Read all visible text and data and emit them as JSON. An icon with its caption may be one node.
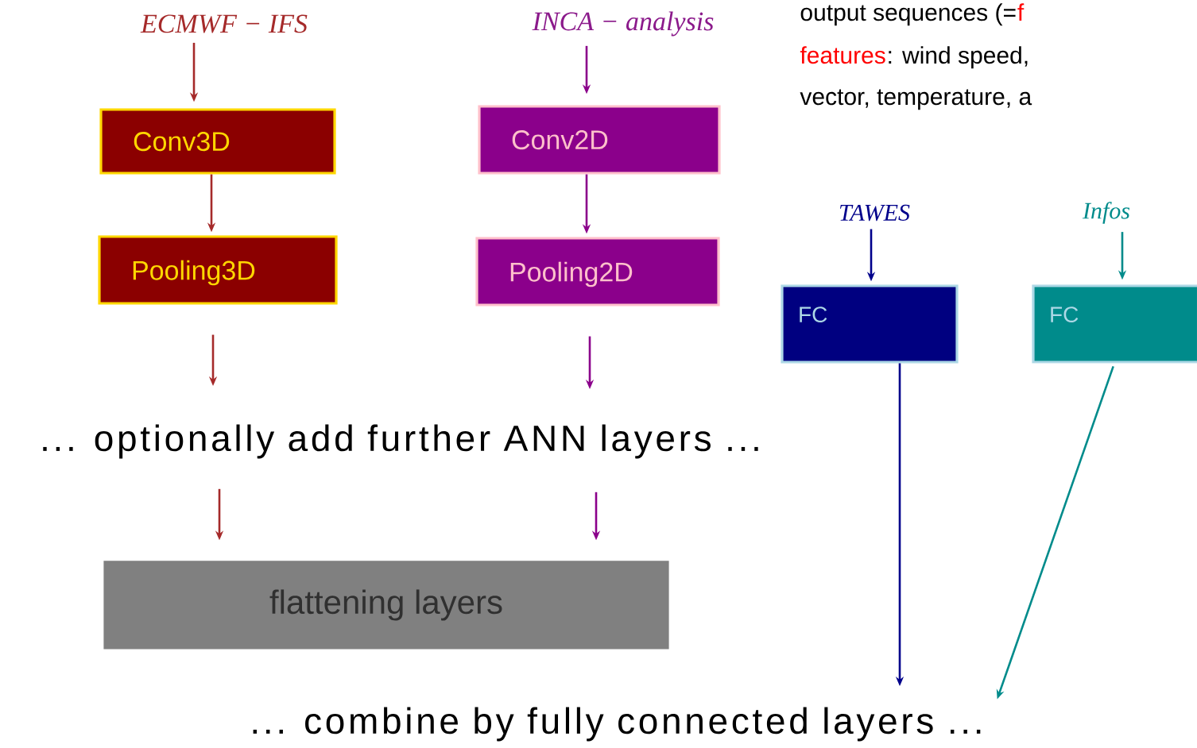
{
  "diagram": {
    "nodes": [
      {
        "text": [
          "ECMWF − IFS"
        ]
      },
      {
        "text": [
          "Conv3D"
        ]
      },
      {
        "text": [
          "Pooling3D"
        ]
      },
      {
        "text": [
          "INCA − analysis"
        ]
      },
      {
        "text": [
          "Conv2D"
        ]
      },
      {
        "text": [
          "Pooling2D"
        ]
      },
      {
        "text": [
          "... optionally add further ANN layers ..."
        ]
      },
      {
        "text": [
          "flattening layers"
        ]
      },
      {
        "text": [
          "TAWES"
        ]
      },
      {
        "text": [
          "FC"
        ]
      },
      {
        "text": [
          "Infos"
        ]
      },
      {
        "text": [
          "FC"
        ]
      },
      {
        "text": [
          "... combine by fully connected layers ..."
        ]
      }
    ],
    "edges": [
      {
        "from": 0,
        "to": 1,
        "arrow": "to",
        "color": "#a52a2a"
      },
      {
        "from": 1,
        "to": 2,
        "arrow": "to",
        "color": "#a52a2a"
      },
      {
        "from": 2,
        "to": 6,
        "arrow": "to",
        "color": "#a52a2a"
      },
      {
        "from": 6,
        "to": 7,
        "arrow": "to",
        "color": "#a52a2a"
      },
      {
        "from": 3,
        "to": 4,
        "arrow": "to",
        "color": "#8b008b"
      },
      {
        "from": 4,
        "to": 5,
        "arrow": "to",
        "color": "#8b008b"
      },
      {
        "from": 5,
        "to": 6,
        "arrow": "to",
        "color": "#8b008b"
      },
      {
        "from": 6,
        "to": 7,
        "arrow": "to",
        "color": "#8b008b"
      },
      {
        "from": 8,
        "to": 9,
        "arrow": "to",
        "color": "#00008b"
      },
      {
        "from": 9,
        "to": 12,
        "arrow": "to",
        "color": "#00008b"
      },
      {
        "from": 10,
        "to": 11,
        "arrow": "to",
        "color": "#008b8b"
      },
      {
        "from": 11,
        "to": 12,
        "arrow": "to",
        "color": "#008b8b"
      }
    ],
    "labels": [
      "output sequences (=",
      "f",
      "features",
      ": wind speed,",
      "vector, temperature, a"
    ]
  }
}
